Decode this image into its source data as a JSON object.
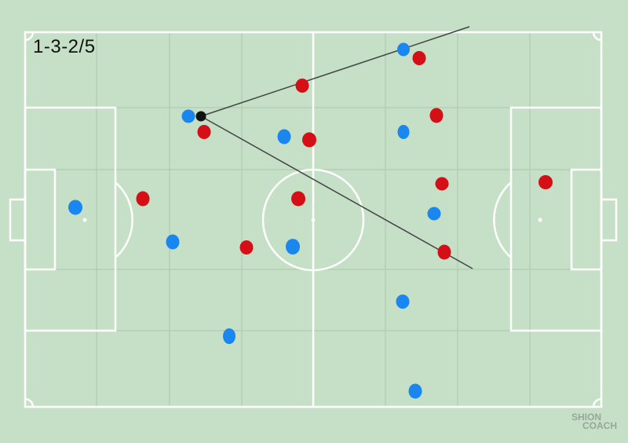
{
  "formation_label": "1-3-2/5",
  "watermark": {
    "line1": "SHION",
    "line2": "COACH"
  },
  "colors": {
    "pitch": "#c5e0c6",
    "lines": "#ffffff",
    "grid": "#b3c9b4",
    "team_blue": "#1a86f0",
    "team_red": "#d40f16",
    "ball": "#111111",
    "vision_lines": "#444444"
  }
}
